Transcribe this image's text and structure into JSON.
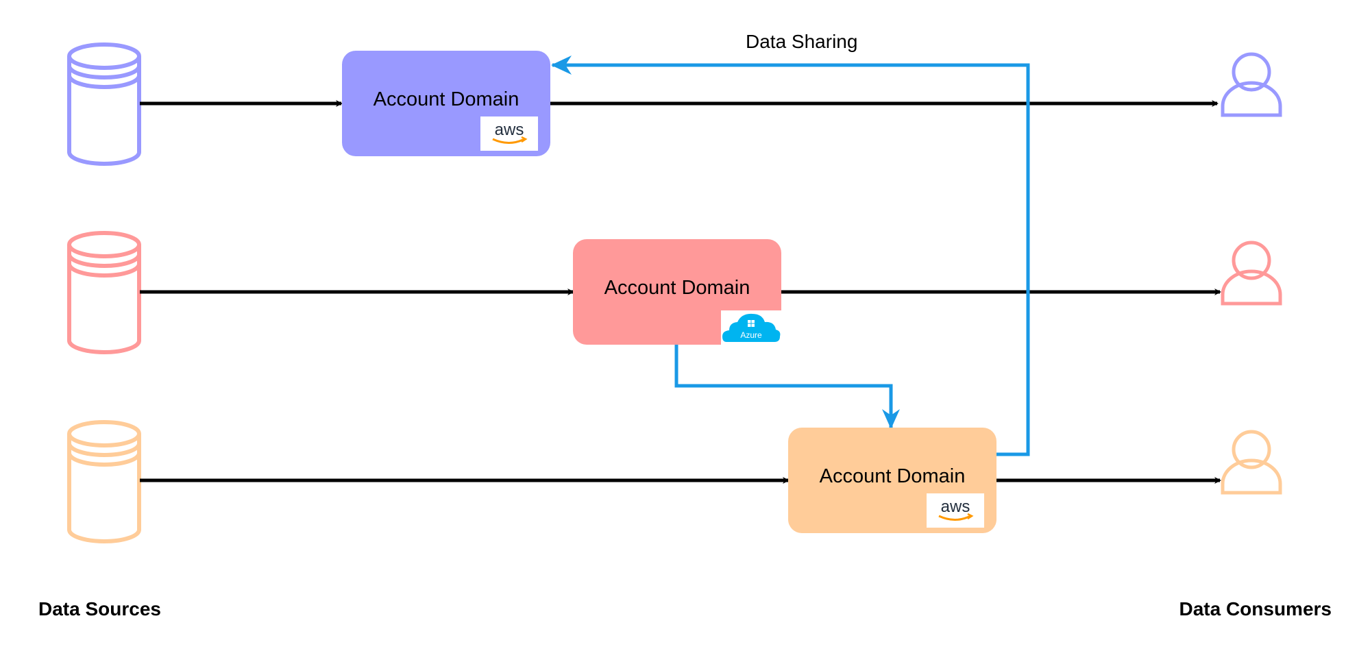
{
  "diagram": {
    "labels": {
      "sources": "Data Sources",
      "consumers": "Data Consumers",
      "sharing": "Data Sharing"
    },
    "domains": [
      {
        "label": "Account Domain",
        "cloud": "aws-logo-icon",
        "cloud_text": "aws",
        "color": "#9999ff"
      },
      {
        "label": "Account Domain",
        "cloud": "azure-logo-icon",
        "cloud_text": "Azure",
        "color": "#ff9999"
      },
      {
        "label": "Account Domain",
        "cloud": "aws-logo-icon",
        "cloud_text": "aws",
        "color": "#ffcc99"
      }
    ],
    "sources": [
      {
        "icon": "database-icon",
        "color": "#9999ff"
      },
      {
        "icon": "database-icon",
        "color": "#ff9999"
      },
      {
        "icon": "database-icon",
        "color": "#ffcc99"
      }
    ],
    "consumers": [
      {
        "icon": "user-icon",
        "color": "#9999ff"
      },
      {
        "icon": "user-icon",
        "color": "#ff9999"
      },
      {
        "icon": "user-icon",
        "color": "#ffcc99"
      }
    ],
    "colors": {
      "flow_arrow": "#000000",
      "sharing_arrow": "#1a99e6",
      "aws_text": "#232f3e",
      "aws_smile": "#ff9900",
      "azure_cloud": "#00b4f0"
    }
  }
}
